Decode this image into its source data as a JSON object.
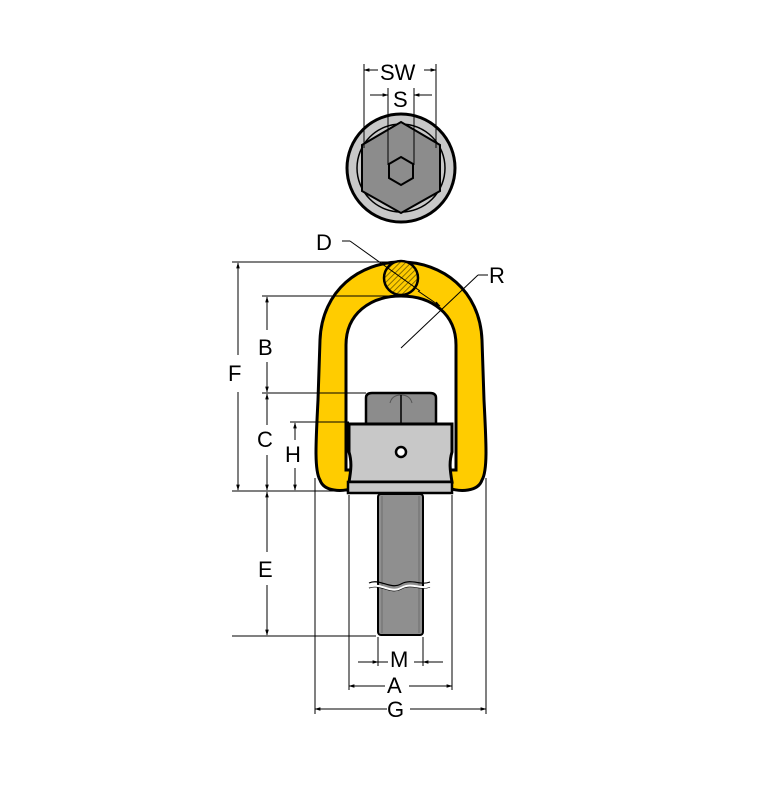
{
  "diagram": {
    "type": "technical-drawing",
    "subject": "swivel lifting eye bolt",
    "colors": {
      "bow": "#FFCC00",
      "outline": "#000000",
      "body_light_gray": "#C8C8C8",
      "nut_gray": "#8C8C8C",
      "thread_gray": "#8F8F8F",
      "background": "#FFFFFF"
    },
    "top_view": {
      "labels": {
        "sw": "SW",
        "s": "S"
      }
    },
    "side_view": {
      "labels": {
        "d": "D",
        "r": "R",
        "f": "F",
        "b": "B",
        "c": "C",
        "h": "H",
        "e": "E",
        "m": "M",
        "a": "A",
        "g": "G"
      }
    }
  }
}
